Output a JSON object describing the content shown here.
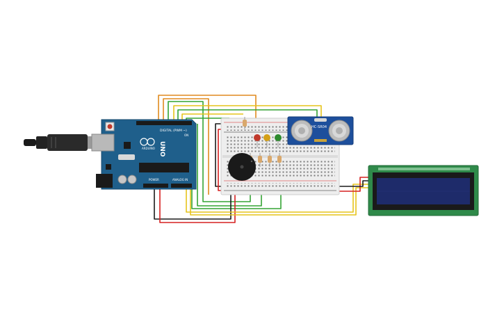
{
  "arduino": {
    "digital_label": "DIGITAL (PWM ~)",
    "uno_label": "UNO",
    "brand_label": "ARDUINO",
    "power_label": "POWER",
    "analog_label": "ANALOG IN",
    "on_label": "ON",
    "board_color": "#1f5f8b"
  },
  "sensor": {
    "model_label": "HC-SR04",
    "board_color": "#1d4f9c"
  },
  "lcd": {
    "board_color": "#2f8a4a",
    "screen_color": "#1e2b6a"
  },
  "leds": [
    {
      "name": "red-led",
      "color": "#c0392b"
    },
    {
      "name": "yellow-led",
      "color": "#d4a017"
    },
    {
      "name": "green-led",
      "color": "#2e8b2e"
    }
  ],
  "wire_colors": {
    "orange": "#e08a1e",
    "yellow": "#e6c31a",
    "green": "#34a334",
    "red": "#d62020",
    "black": "#1a1a1a"
  }
}
